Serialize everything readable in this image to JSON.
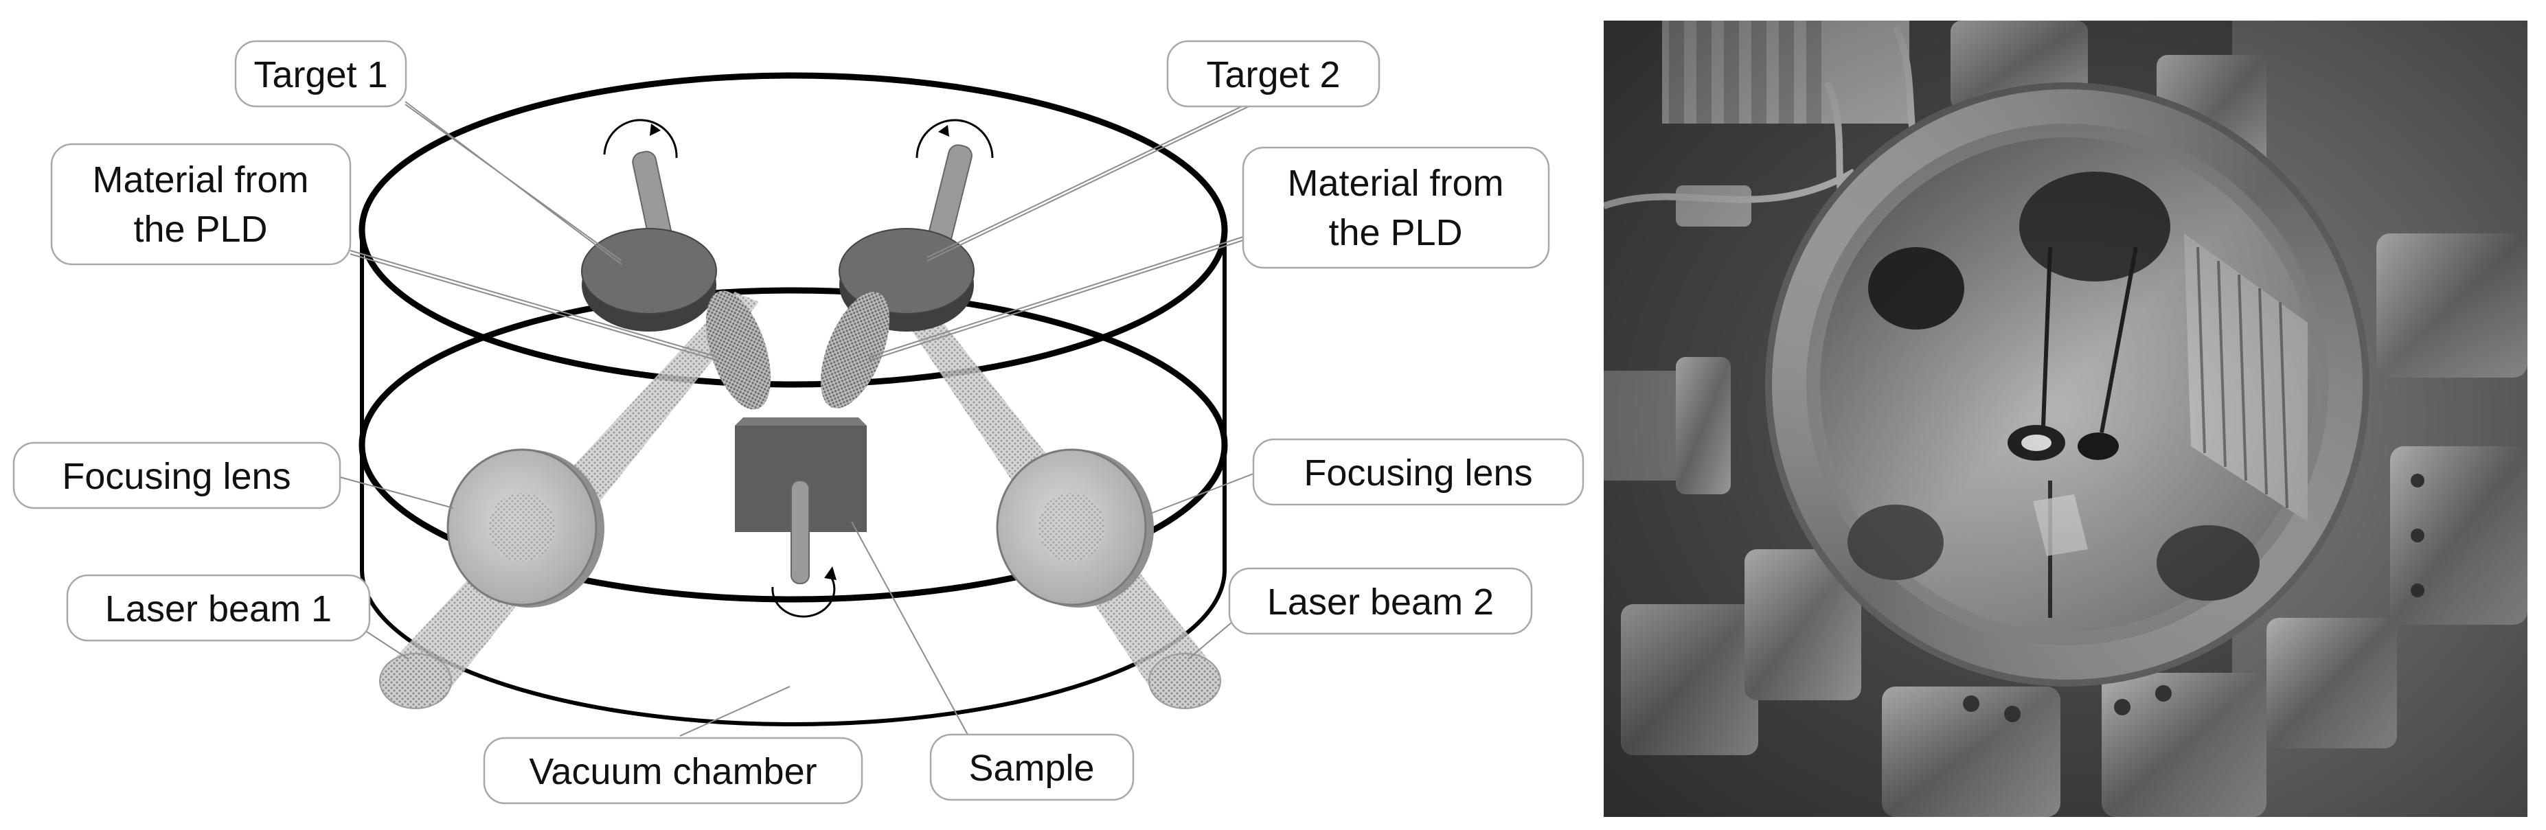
{
  "diagram": {
    "labels": {
      "target_1": "Target 1",
      "target_2": "Target 2",
      "material_left_line1": "Material from",
      "material_left_line2": "the PLD",
      "material_right_line1": "Material from",
      "material_right_line2": "the PLD",
      "focusing_lens_left": "Focusing lens",
      "focusing_lens_right": "Focusing lens",
      "laser_beam_1": "Laser beam 1",
      "laser_beam_2": "Laser beam 2",
      "vacuum_chamber": "Vacuum chamber",
      "sample": "Sample"
    },
    "colors": {
      "chamber_outline": "#000000",
      "target_body": "#555555",
      "target_top": "#7a7a7a",
      "lens": "#c4c4c4",
      "beam": "#bfbfbf",
      "sample_block": "#5a5a5a",
      "callout_border": "#a8a8a8"
    }
  },
  "photo": {
    "subject": "vacuum chamber photograph"
  }
}
